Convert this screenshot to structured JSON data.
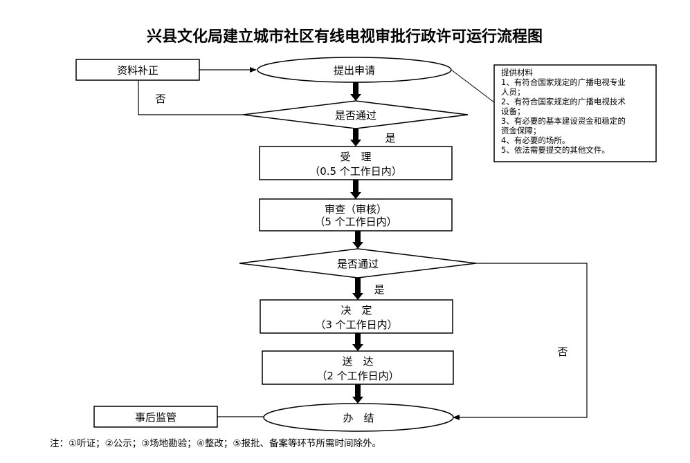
{
  "title": "兴县文化局建立城市社区有线电视审批行政许可运行流程图",
  "nodes": {
    "supplement": "资料补正",
    "apply": "提出申请",
    "check1": "是否通过",
    "accept": {
      "line1": "受　理",
      "line2": "（0.5 个工作日内）"
    },
    "review": {
      "line1": "审查（审核）",
      "line2": "（5 个工作日内）"
    },
    "check2": "是否通过",
    "decide": {
      "line1": "决　定",
      "line2": "（3 个工作日内）"
    },
    "deliver": {
      "line1": "送　达",
      "line2": "（2 个工作日内）"
    },
    "finish": "办　结",
    "supervise": "事后监管"
  },
  "edge_labels": {
    "no1": "否",
    "yes1": "是",
    "yes2": "是",
    "no2": "否"
  },
  "materials": {
    "heading": "提供材料",
    "lines": [
      "1、有符合国家规定的广播电视专业",
      "人员；",
      "2、有符合国家规定的广播电视技术",
      "设备；",
      "3、有必要的基本建设资金和稳定的",
      "资金保障；",
      "4、有必要的场所。",
      "5、依法需要提交的其他文件。"
    ]
  },
  "footnote": "注：①听证；②公示；③场地勘验；④整改；⑤报批、备案等环节所需时间除外。"
}
